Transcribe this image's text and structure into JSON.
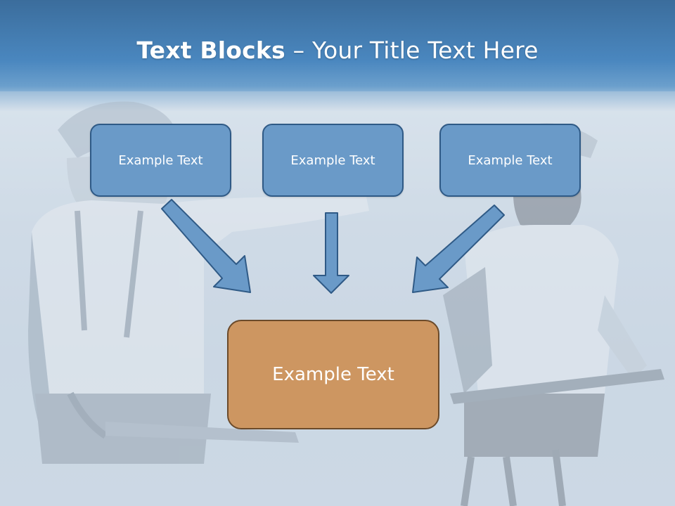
{
  "title": {
    "bold": "Text Blocks",
    "separator": " – ",
    "rest": "Your Title Text Here"
  },
  "blocks": {
    "top": [
      "Example Text",
      "Example Text",
      "Example Text"
    ],
    "bottom": "Example Text"
  },
  "colors": {
    "top_box_fill": "#6a9ac8",
    "top_box_border": "#2f5a86",
    "bottom_box_fill": "#cd9661",
    "bottom_box_border": "#6b4a2a",
    "arrow_fill": "#6a9ac8",
    "arrow_stroke": "#2f5a86"
  }
}
